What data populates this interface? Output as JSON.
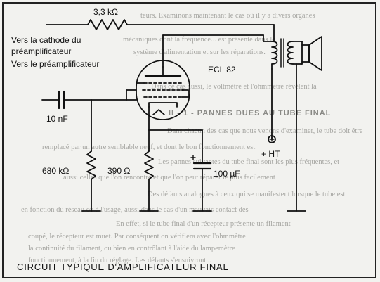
{
  "labels": {
    "feedback_resistor": "3,3 kΩ",
    "to_cathode_line1": "Vers la cathode du",
    "to_cathode_line2": "préamplificateur",
    "to_preamp": "Vers le préamplificateur",
    "tube": "ECL 82",
    "coupling_cap": "10 nF",
    "grid_resistor": "680 kΩ",
    "cathode_resistor": "390 Ω",
    "cathode_cap": "100 µF",
    "high_tension": "+ HT"
  },
  "caption": "CIRCUIT TYPIQUE D'AMPLIFICATEUR FINAL",
  "background_text": {
    "line1": "teurs. Examinons maintenant le cas où il y a divers organes",
    "line2": "mécaniques dont la fréquence... est présente dans le",
    "line3": "système d'alimentation et sur les réparations.",
    "line4": "Dans ce cas aussi, le voltmètre et l'ohmmètre révèlent la",
    "heading": "II - 1 - PANNES DUES AU TUBE FINAL",
    "line5": "Dans chacun des cas que nous venons d'examiner, le tube doit être",
    "line6": "remplacé par un autre semblable neuf, et dont le bon fonctionnement est",
    "line7": "Les pannes suivantes du tube final sont les plus fréquentes, et",
    "line8": "aussi celles que l'on rencontre et que l'on peut réparer le plus facilement",
    "line9": "Des défauts analogues à ceux qui se manifestent lorsque le tube est",
    "line10": "en fonction du réseau ou à l'usage, aussi dans le cas d'un mauvais contact des",
    "line11": "En effet, si le tube final d'un récepteur présente un filament",
    "line12": "coupé, le récepteur est muet. Par conséquent on vérifiera avec l'ohmmètre",
    "line13": "la continuité du filament, ou bien en contrôlant à l'aide du lampemètre",
    "line14": "fonctionnement, à la fin du réglage. Les défauts s'ensuivront..."
  }
}
